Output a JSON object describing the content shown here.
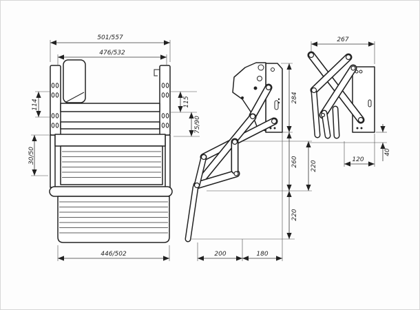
{
  "drawing": {
    "front_view": {
      "dim_outer_width": "501/557",
      "dim_inner_width": "476/532",
      "dim_left_upper": "114",
      "dim_left_lower": "30/50",
      "dim_right_upper": "115",
      "dim_right_lower": "75/90",
      "dim_tread_width": "446/502"
    },
    "side_view": {
      "dim_bracket_height": "284",
      "dim_upper_drop": "260",
      "dim_step_spacing": "220",
      "dim_lower_drop": "220",
      "dim_reach_far": "200",
      "dim_reach_near": "180"
    },
    "folded_view": {
      "dim_folded_width": "267",
      "dim_folded_depth": "120",
      "dim_folded_clearance": "40"
    }
  }
}
